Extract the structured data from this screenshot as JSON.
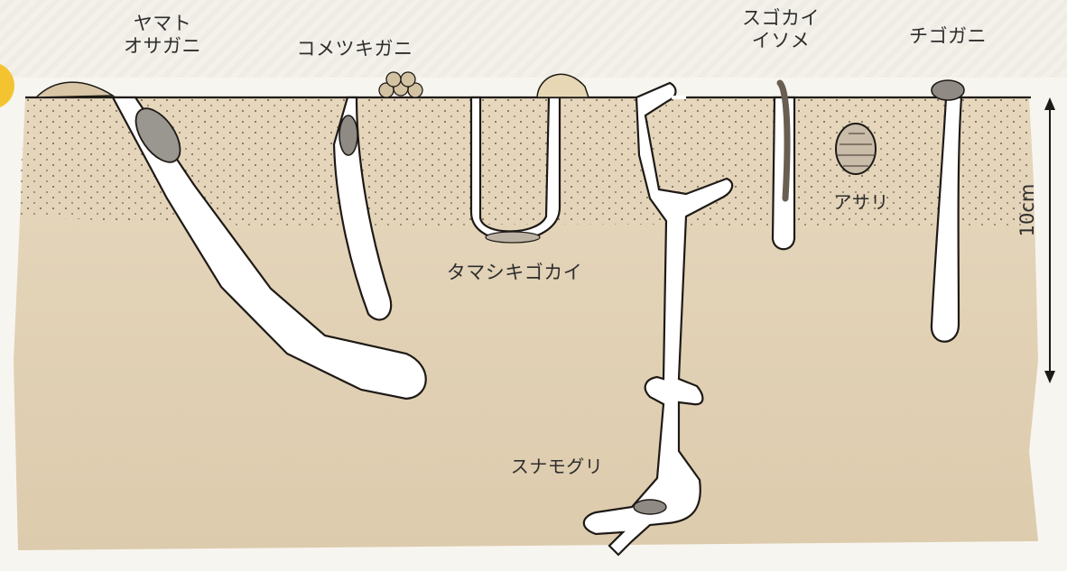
{
  "labels": {
    "yamato_osagani_line1": "ヤマト",
    "yamato_osagani_line2": "オサガニ",
    "komezukigani": "コメツキガニ",
    "sugokai_line1": "スゴカイ",
    "sugokai_line2": "イソメ",
    "chigogani": "チゴガニ",
    "asari": "アサリ",
    "tamashikigokai": "タマシキゴカイ",
    "sunamoguri": "スナモグリ",
    "scale": "10cm"
  },
  "colors": {
    "sand_top": "#e3d5bc",
    "sand_deep": "#ddcbad",
    "outline": "#1e1a16",
    "burrow": "#ffffff",
    "accent_yellow": "#f4c430"
  }
}
